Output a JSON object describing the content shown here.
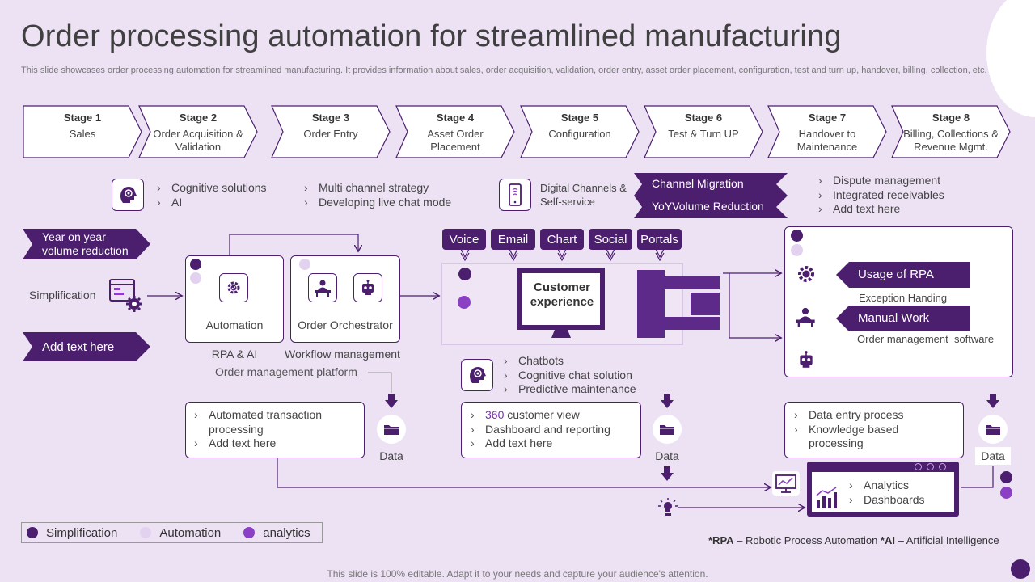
{
  "title": "Order processing automation for streamlined manufacturing",
  "subtitle": "This slide showcases order processing automation for streamlined manufacturing. It provides information about sales, order acquisition, validation, order entry, asset order placement, configuration, test and turn up, handover, billing, collection, etc.",
  "stages": [
    {
      "num": "Stage 1",
      "name": "Sales"
    },
    {
      "num": "Stage 2",
      "name": "Order Acquisition & Validation"
    },
    {
      "num": "Stage 3",
      "name": "Order Entry"
    },
    {
      "num": "Stage 4",
      "name": "Asset Order Placement"
    },
    {
      "num": "Stage 5",
      "name": "Configuration"
    },
    {
      "num": "Stage 6",
      "name": "Test & Turn UP"
    },
    {
      "num": "Stage 7",
      "name": "Handover to Maintenance"
    },
    {
      "num": "Stage 8",
      "name": "Billing, Collections & Revenue Mgmt."
    }
  ],
  "top_bullets_1": [
    "Cognitive solutions",
    "AI"
  ],
  "top_bullets_2": [
    "Multi channel strategy",
    "Developing live chat mode"
  ],
  "digital_channels": "Digital Channels & Self-service",
  "channel_migration": "Channel Migration",
  "yoy_reduction": "YoYVolume Reduction",
  "right_bullets": [
    "Dispute management",
    "Integrated receivables",
    "Add text here"
  ],
  "left_tags": {
    "yoy": "Year on year volume reduction",
    "add": "Add text here"
  },
  "simplification": "Simplification",
  "automation": "Automation",
  "order_orchestrator": "Order Orchestrator",
  "rpa_ai": "RPA & AI",
  "workflow": "Workflow management",
  "omp": "Order management platform",
  "channels": [
    "Voice",
    "Email",
    "Chart",
    "Social",
    "Portals"
  ],
  "customer_experience": "Customer experience",
  "usage_rpa": "Usage of RPA",
  "exception": "Exception Handing",
  "manual_work": "Manual Work",
  "oms": "Order management  software",
  "chat_bullets": [
    "Chatbots",
    "Cognitive chat solution",
    "Predictive maintenance"
  ],
  "box1": [
    "Automated transaction processing",
    "Add text here"
  ],
  "box2": {
    "highlight": "360",
    "first_rest": " customer view",
    "rest": [
      "Dashboard and reporting",
      "Add text here"
    ]
  },
  "box3": [
    "Data entry process",
    "Knowledge based processing"
  ],
  "data_label": "Data",
  "analytics_bullets": [
    "Analytics",
    "Dashboards"
  ],
  "legend": [
    "Simplification",
    "Automation",
    "analytics"
  ],
  "footnote": {
    "rpa": "*RPA",
    "rpa_def": " – Robotic Process Automation ",
    "ai": "*AI",
    "ai_def": " – Artificial Intelligence"
  },
  "footer": "This slide is 100% editable. Adapt it to your needs and capture your audience's attention.",
  "colors": {
    "dark": "#4b1e6e",
    "purple": "#5e2a8a",
    "light": "#e3d2ef",
    "bright": "#8a3fc4",
    "bg": "#ede1f4"
  }
}
